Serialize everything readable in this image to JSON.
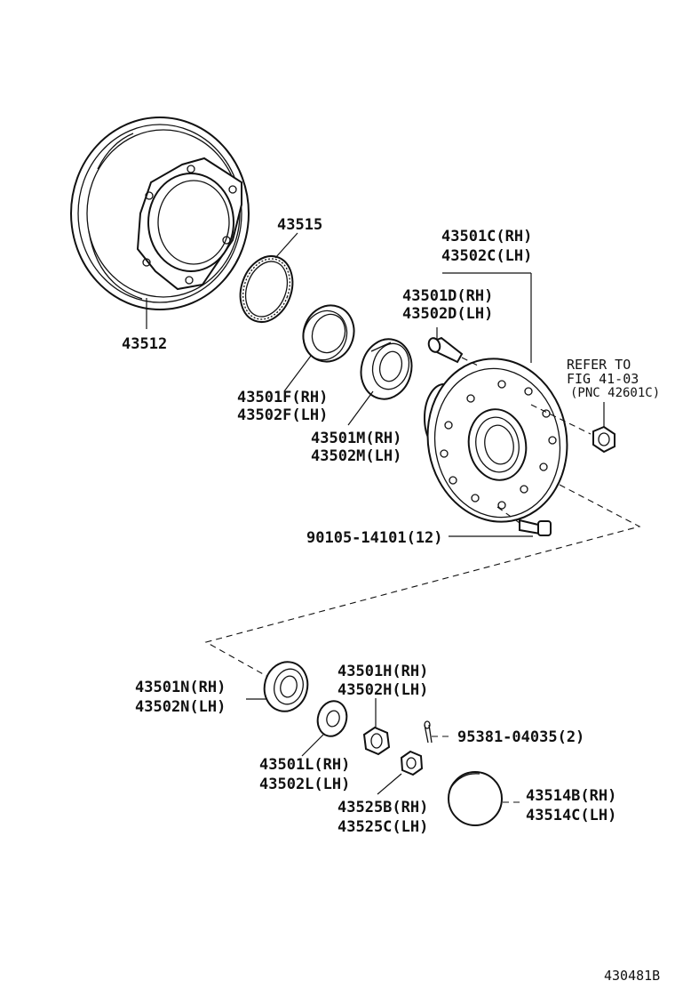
{
  "diagram": {
    "labels": {
      "rotor": "43512",
      "abs_ring": "43515",
      "oil_seal": [
        "43501F(RH)",
        "43502F(LH)"
      ],
      "outer_bearing_inner": [
        "43501M(RH)",
        "43502M(LH)"
      ],
      "hub": [
        "43501C(RH)",
        "43502C(LH)"
      ],
      "hub_bolt": [
        "43501D(RH)",
        "43502D(LH)"
      ],
      "refer_note": [
        "REFER TO",
        "FIG 41-03",
        "(PNC 42601C)"
      ],
      "bolt": "90105-14101(12)",
      "outer_bearing": [
        "43501N(RH)",
        "43502N(LH)"
      ],
      "nut_h": [
        "43501H(RH)",
        "43502H(LH)"
      ],
      "cotter_pin": "95381-04035(2)",
      "washer": [
        "43501L(RH)",
        "43502L(LH)"
      ],
      "lock_cap": [
        "43525B(RH)",
        "43525C(LH)"
      ],
      "grease_cap": [
        "43514B(RH)",
        "43514C(LH)"
      ],
      "figure_id": "430481B"
    }
  }
}
